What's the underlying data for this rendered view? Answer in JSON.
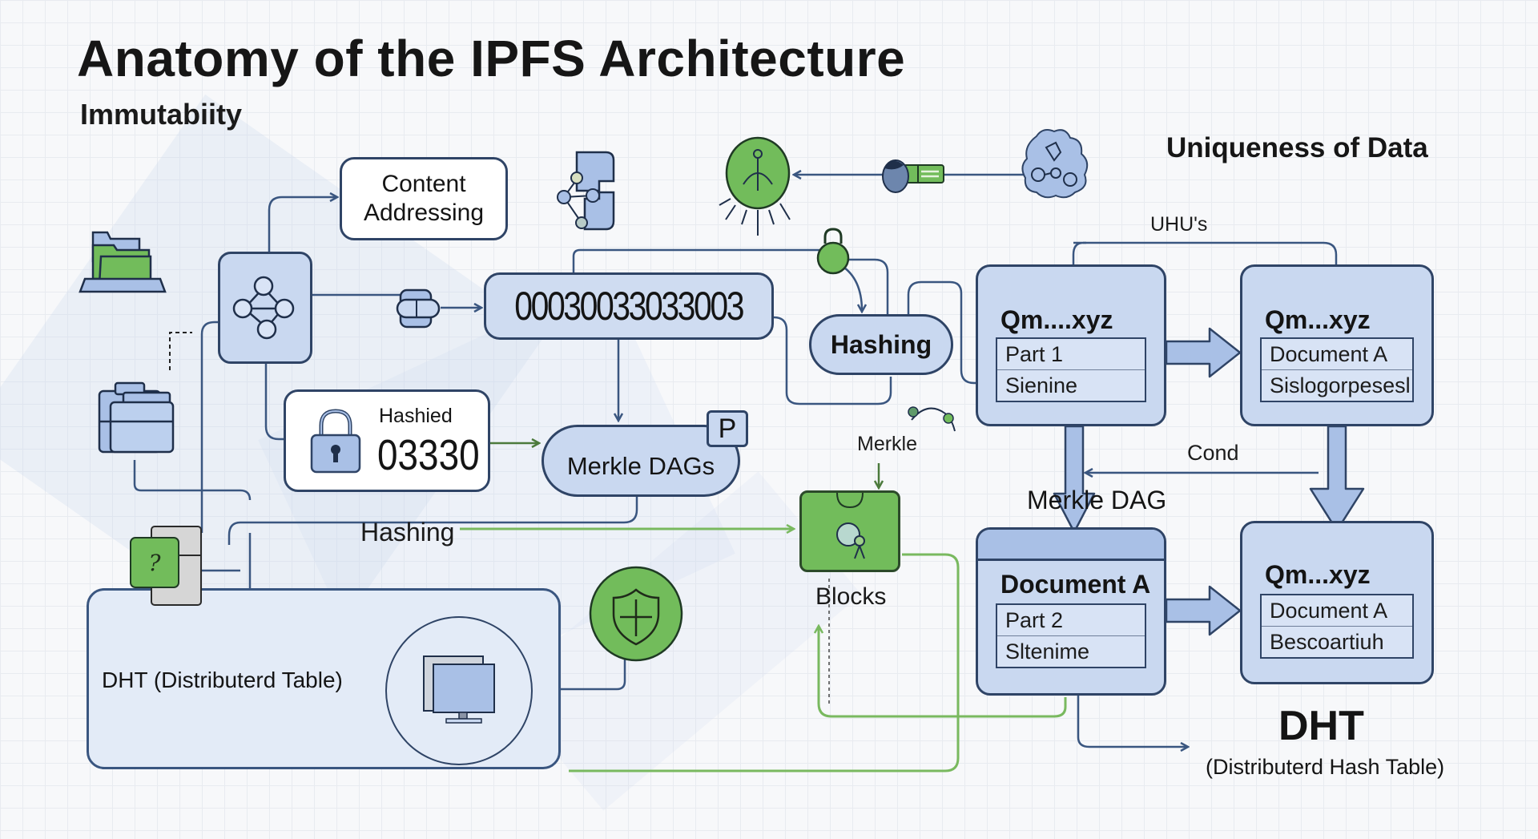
{
  "header": {
    "title": "Anatomy of the IPFS Architecture",
    "subtitle": "Immutabiity",
    "right_heading": "Uniqueness of Data"
  },
  "nodes": {
    "content_addressing": "Content\nAddressing",
    "hash_string": "00030033033003",
    "hashing_pill": "Hashing",
    "hashed_card": {
      "label": "Hashied",
      "value": "03330"
    },
    "merkle_dags": "Merkle DAGs",
    "merkle_dags_badge": "P",
    "hashing_label": "Hashing",
    "merkle_label": "Merkle",
    "blocks_label": "Blocks",
    "dht_panel_label": "DHT (Distributerd Table)",
    "uhus_label": "UHU's",
    "cond_label": "Cond",
    "merkle_dag_label": "Merkle DAG",
    "green_tile_glyph": "?",
    "dht_heading": "DHT",
    "dht_caption": "(Distributerd Hash Table)"
  },
  "cid_cards": [
    {
      "title": "Qm....xyz",
      "rows": [
        "Part 1",
        "Sienine"
      ]
    },
    {
      "title": "Qm...xyz",
      "rows": [
        "Document A",
        "Sislogorpesesl"
      ]
    },
    {
      "title": "Document A",
      "rows": [
        "Part 2",
        "Sltenime"
      ]
    },
    {
      "title": "Qm...xyz",
      "rows": [
        "Document A",
        "Bescoartiuh"
      ]
    }
  ],
  "colors": {
    "node_blue": "#c9d8f0",
    "outline_navy": "#2f4466",
    "connector_blue": "#3a5680",
    "accent_green": "#72bc5b",
    "connector_green": "#79b95f"
  }
}
